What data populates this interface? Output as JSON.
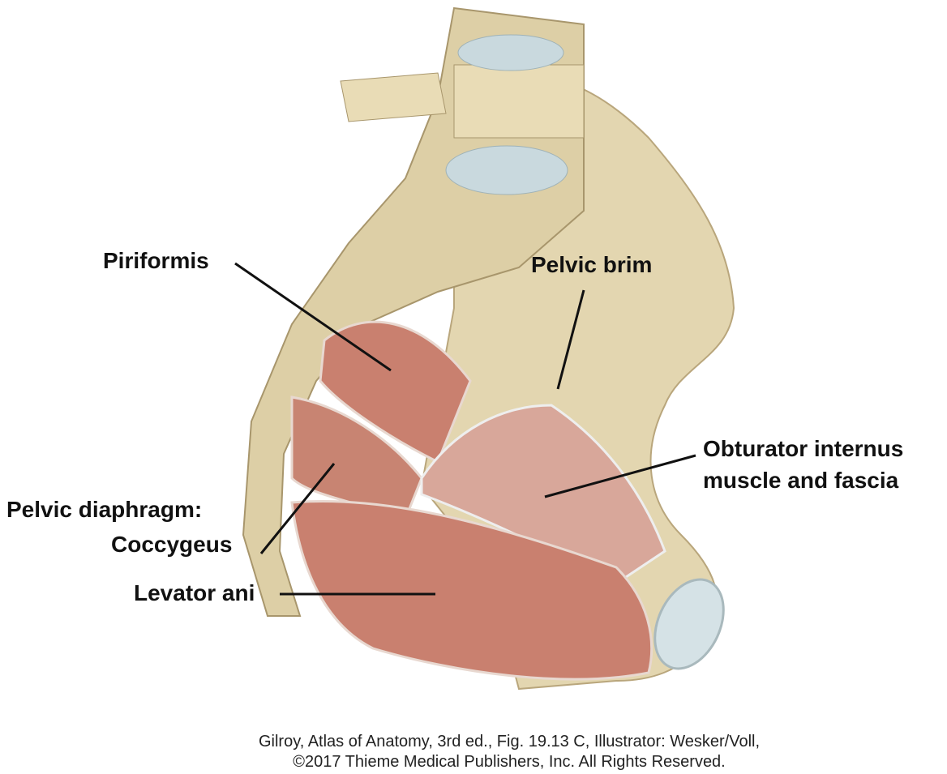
{
  "figure": {
    "labels": {
      "piriformis": "Piriformis",
      "pelvic_brim": "Pelvic brim",
      "obturator_line1": "Obturator internus",
      "obturator_line2": "muscle and fascia",
      "pelvic_diaphragm": "Pelvic diaphragm:",
      "coccygeus": "Coccygeus",
      "levator_ani": "Levator ani"
    },
    "caption": {
      "line1": "Gilroy, Atlas of Anatomy, 3rd ed., Fig. 19.13 C, Illustrator: Wesker/Voll,",
      "line2": "©2017 Thieme Medical Publishers, Inc. All Rights Reserved."
    },
    "colors": {
      "bone": "#e3d6b0",
      "muscle": "#c9806f",
      "disc": "#c9d9de"
    }
  }
}
